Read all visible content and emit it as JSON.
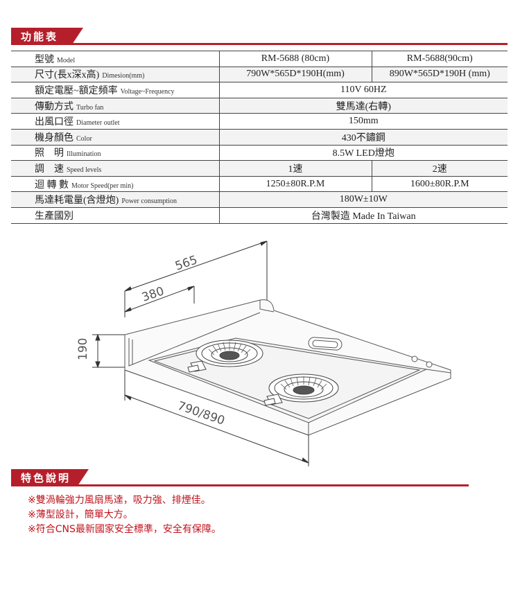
{
  "spec_section": {
    "title": "功能表"
  },
  "spec_table": {
    "rows": [
      {
        "label": "型號",
        "label_en": "Model",
        "value_a": "RM-5688 (80cm)",
        "value_b": "RM-5688(90cm)"
      },
      {
        "label": "尺寸(長x深x高)",
        "label_en": "Dimesion(mm)",
        "value_a": "790W*565D*190H(mm)",
        "value_b": "890W*565D*190H (mm)"
      },
      {
        "label": "額定電壓~額定頻率",
        "label_en": "Voltage~Frequency",
        "value": "110V 60HZ"
      },
      {
        "label": "傳動方式",
        "label_en": "Turbo fan",
        "value": "雙馬達(右轉)"
      },
      {
        "label": "出風口徑",
        "label_en": "Diameter outlet",
        "value": "150mm"
      },
      {
        "label": "機身顏色",
        "label_en": "Color",
        "value": "430不鏽鋼"
      },
      {
        "label": "照　明",
        "label_en": "Illumination",
        "value": "8.5W LED燈炮"
      },
      {
        "label": "調　速",
        "label_en": "Speed levels",
        "value_a": "1速",
        "value_b": "2速"
      },
      {
        "label": "迴 轉 數",
        "label_en": "Motor Speed(per min)",
        "value_a": "1250±80R.P.M",
        "value_b": "1600±80R.P.M"
      },
      {
        "label": "馬達耗電量(含燈炮)",
        "label_en": "Power consumption",
        "value": "180W±10W"
      },
      {
        "label": "生產國別",
        "label_en": "",
        "value": "台灣製造 Made In Taiwan"
      }
    ]
  },
  "diagram": {
    "dim_depth": "565",
    "dim_inner": "380",
    "dim_height": "190",
    "dim_width": "790/890"
  },
  "features_section": {
    "title": "特色說明"
  },
  "features": [
    "※雙渦輪強力風扇馬達，吸力強、排煙佳。",
    "※薄型設計，簡單大方。",
    "※符合CNS最新國家安全標準，安全有保障。"
  ],
  "colors": {
    "accent": "#b51f2b",
    "feature_text": "#c0141e"
  }
}
